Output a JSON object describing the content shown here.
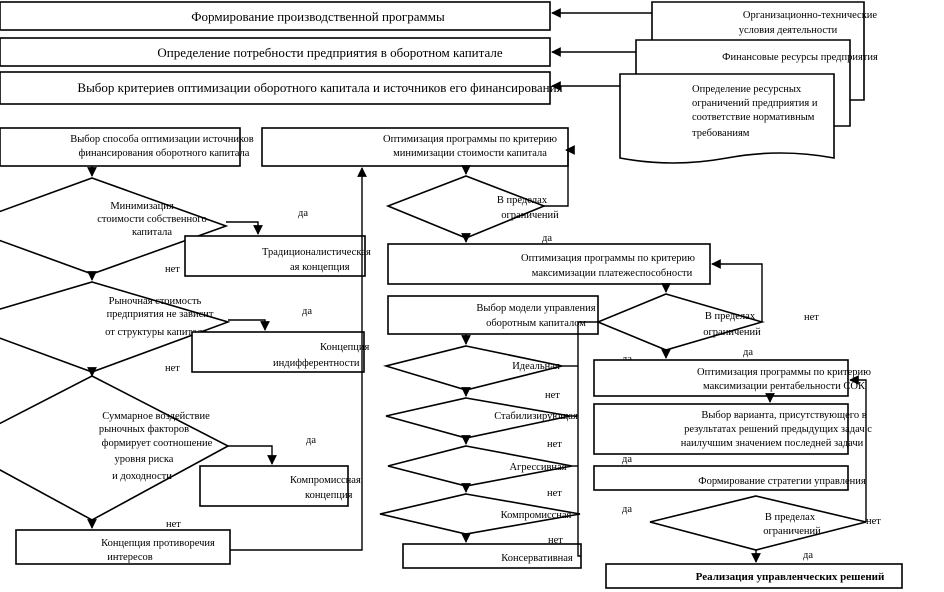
{
  "top": {
    "production": "Формирование производственной программы",
    "need": "Определение потребности предприятия в оборотном капитале",
    "criteria": "Выбор критериев оптимизации оборотного капитала и источников его финансирования"
  },
  "docs": {
    "org": [
      "Организационно-технические",
      "условия деятельности"
    ],
    "fin": "Финансовые ресурсы предприятия",
    "res": [
      "Определение ресурсных",
      "ограничений предприятия и",
      "соответствие нормативным",
      "требованиям"
    ]
  },
  "left": {
    "method": [
      "Выбор способа оптимизации источников",
      "финансирования оборотного капитала"
    ],
    "d1": [
      "Минимизация",
      "стоимости собственного",
      "капитала"
    ],
    "c1": [
      "Традиционалистическая",
      "ая концепция"
    ],
    "d2": [
      "Рыночная стоимость",
      "предприятия не зависит",
      "от структуры капитала"
    ],
    "c2": [
      "Концепция",
      "индифферентности"
    ],
    "d3": [
      "Суммарное воздействие",
      "рыночных факторов",
      "формирует соотношение",
      "уровня риска",
      "и доходности"
    ],
    "c3": [
      "Компромиссная",
      "концепция"
    ],
    "c4": [
      "Концепция противоречия",
      "интересов"
    ]
  },
  "mid": {
    "opt_cost": [
      "Оптимизация программы по критерию",
      "минимизации стоимости капитала"
    ],
    "d_lim": [
      "В пределах",
      "ограничений"
    ],
    "opt_pay": [
      "Оптимизация программы по критерию",
      "максимизации платежеспособности"
    ],
    "model": [
      "Выбор модели управления",
      "оборотным капиталом"
    ],
    "ideal": "Идеальная",
    "stab": "Стабилизирующая",
    "aggr": "Агрессивная",
    "comp": "Компромиссная",
    "cons": "Консервативная"
  },
  "right": {
    "d_lim": [
      "В пределах",
      "ограничений"
    ],
    "opt_rent": [
      "Оптимизация программы по критерию",
      "максимизации рентабельности СОК"
    ],
    "variant": [
      "Выбор варианта, присутствующего в",
      "результатах решений предыдущих задач с",
      "наилучшим значением последней задачи"
    ],
    "strategy": "Формирование стратегии управления",
    "d_lim2": [
      "В пределах",
      "ограничений"
    ],
    "final": "Реализация управленческих решений"
  },
  "labels": {
    "yes": "да",
    "no": "нет"
  }
}
